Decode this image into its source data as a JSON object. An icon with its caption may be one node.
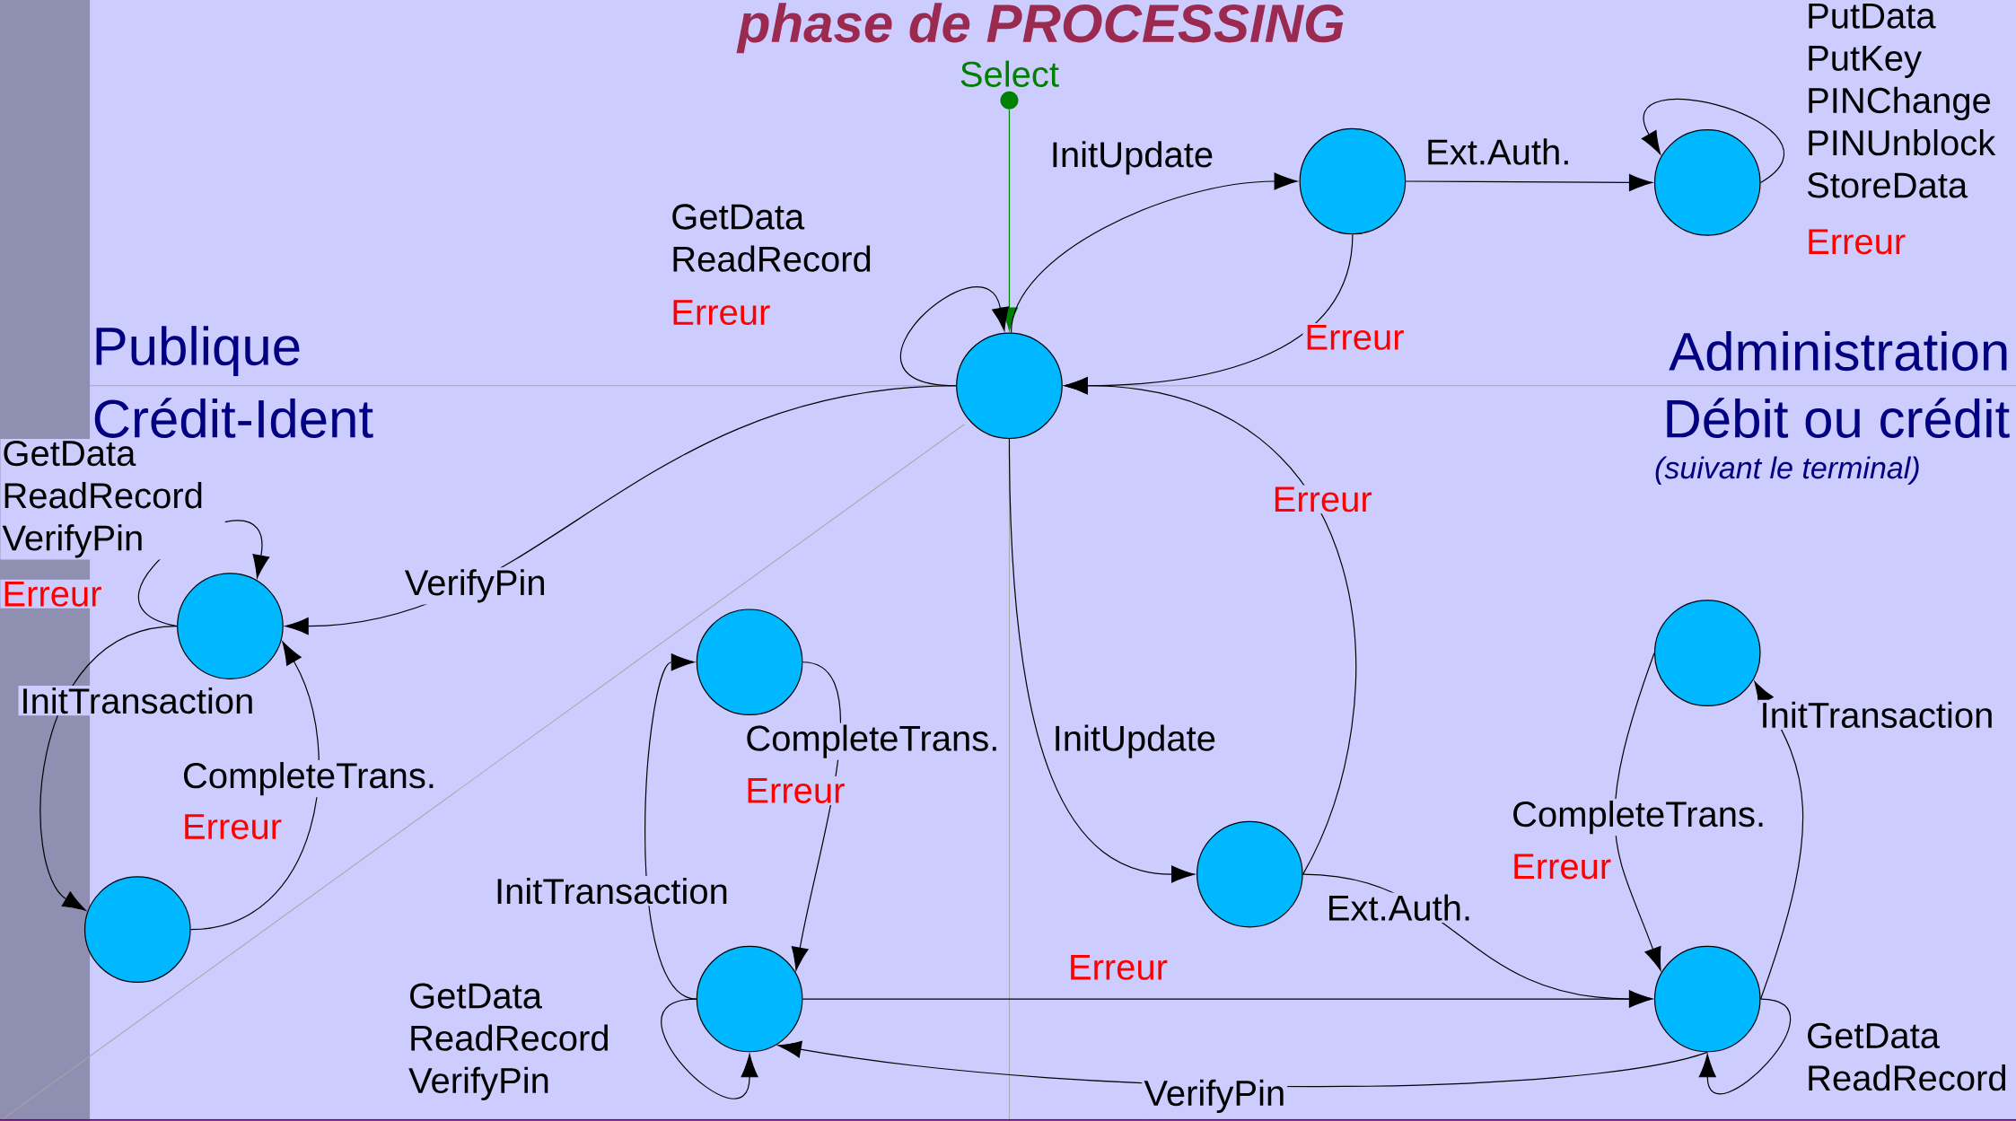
{
  "diagram": {
    "title": "phase de PROCESSING",
    "nodes": [
      {
        "text": [
          "Select"
        ]
      },
      {
        "text": [],
        "shape": "circle"
      },
      {
        "text": [],
        "shape": "circle"
      },
      {
        "text": [],
        "shape": "circle"
      },
      {
        "text": [],
        "shape": "circle"
      },
      {
        "text": [],
        "shape": "circle"
      },
      {
        "text": [],
        "shape": "circle"
      },
      {
        "text": [],
        "shape": "circle"
      },
      {
        "text": [],
        "shape": "circle"
      },
      {
        "text": [],
        "shape": "circle"
      },
      {
        "text": [],
        "shape": "circle"
      }
    ],
    "edges": [
      {
        "from": 0,
        "to": 3,
        "arrow": "to",
        "color": "#008000"
      },
      {
        "from": 3,
        "to": 1,
        "arrow": "to",
        "label": "InitUpdate"
      },
      {
        "from": 1,
        "to": 2,
        "arrow": "to",
        "label": "Ext.Auth."
      },
      {
        "from": 1,
        "to": 3,
        "arrow": "to",
        "label": "Erreur"
      },
      {
        "from": 2,
        "to": 2,
        "arrow": "to",
        "label": "PutData PutKey PINChange PINUnblock StoreData"
      },
      {
        "from": 3,
        "to": 3,
        "arrow": "to",
        "label": "GetData ReadRecord"
      },
      {
        "from": 3,
        "to": 4,
        "arrow": "to",
        "label": "VerifyPin"
      },
      {
        "from": 4,
        "to": 4,
        "arrow": "to",
        "label": "GetData ReadRecord VerifyPin"
      },
      {
        "from": 4,
        "to": 7,
        "arrow": "to",
        "label": "InitTransaction"
      },
      {
        "from": 7,
        "to": 4,
        "arrow": "to",
        "label": "CompleteTrans."
      },
      {
        "from": 3,
        "to": 6,
        "arrow": "to",
        "label": "InitUpdate"
      },
      {
        "from": 6,
        "to": 3,
        "arrow": "to",
        "label": "Erreur"
      },
      {
        "from": 6,
        "to": 10,
        "arrow": "to",
        "label": "Ext.Auth."
      },
      {
        "from": 9,
        "to": 5,
        "arrow": "to",
        "label": "InitTransaction"
      },
      {
        "from": 5,
        "to": 9,
        "arrow": "to",
        "label": "CompleteTrans."
      },
      {
        "from": 9,
        "to": 9,
        "arrow": "to",
        "label": "GetData ReadRecord VerifyPin"
      },
      {
        "from": 9,
        "to": 10,
        "arrow": "to",
        "label": "Erreur"
      },
      {
        "from": 10,
        "to": 9,
        "arrow": "to",
        "label": "VerifyPin"
      },
      {
        "from": 10,
        "to": 8,
        "arrow": "to",
        "label": "InitTransaction"
      },
      {
        "from": 8,
        "to": 10,
        "arrow": "to",
        "label": "CompleteTrans."
      },
      {
        "from": 10,
        "to": 10,
        "arrow": "to",
        "label": "GetData ReadRecord"
      }
    ],
    "labels": [
      "Publique",
      "Crédit-Ident",
      "Administration",
      "Débit ou crédit",
      "(suivant le terminal)",
      "Erreur",
      "Erreur",
      "Erreur",
      "Erreur",
      "Erreur",
      "Erreur"
    ]
  }
}
